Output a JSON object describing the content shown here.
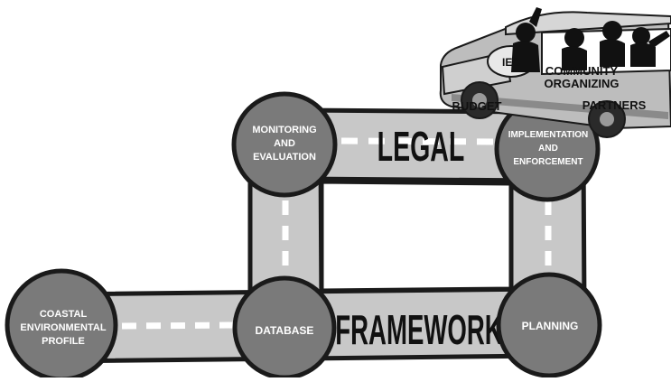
{
  "nodes": {
    "coastal_profile": [
      "COASTAL",
      "ENVIRONMENTAL",
      "PROFILE"
    ],
    "database": [
      "DATABASE"
    ],
    "planning": [
      "PLANNING"
    ],
    "monitoring": [
      "MONITORING",
      "AND",
      "EVALUATION"
    ],
    "implementation": [
      "IMPLEMENTATION",
      "AND",
      "ENFORCEMENT"
    ]
  },
  "road_labels": {
    "top": "LEGAL",
    "bottom": "FRAMEWORK"
  },
  "bus_labels": {
    "iec": "IEC",
    "community": [
      "COMMUNITY",
      "ORGANIZING"
    ],
    "budget": "BUDGET",
    "partners": "PARTNERS"
  },
  "colors": {
    "node_fill": "#7a7a7a",
    "road_fill": "#c8c8c8",
    "road_edge": "#1a1a1a",
    "dash": "#ffffff",
    "text_on_node": "#ffffff",
    "text_dark": "#111111",
    "bus_body": "#bdbdbd"
  }
}
